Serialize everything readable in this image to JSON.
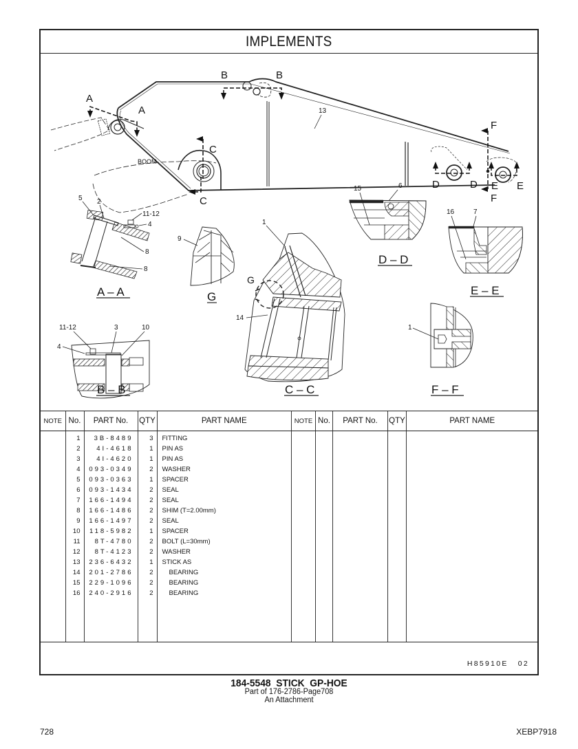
{
  "header": {
    "title": "IMPLEMENTS"
  },
  "diagram": {
    "section_markers": [
      "A",
      "B",
      "C",
      "D",
      "E",
      "F",
      "G"
    ],
    "boom_label": "BOOM",
    "callouts": {
      "main": [
        "13"
      ],
      "aa": [
        "5",
        "2",
        "11-12",
        "4",
        "8",
        "8"
      ],
      "bb": [
        "11-12",
        "3",
        "10",
        "4"
      ],
      "g": [
        "9"
      ],
      "cc": [
        "1",
        "14"
      ],
      "dd": [
        "15",
        "6"
      ],
      "ee": [
        "16",
        "7"
      ],
      "ff": [
        "1"
      ]
    },
    "views": {
      "aa": "A – A",
      "bb": "B – B",
      "cc": "C – C",
      "dd": "D – D",
      "ee": "E – E",
      "ff": "F – F",
      "g": "G"
    }
  },
  "table": {
    "headers": [
      "NOTE",
      "No.",
      "PART No.",
      "QTY",
      "PART NAME"
    ],
    "rows": [
      {
        "note": "",
        "no": "1",
        "part_no": "3B-8489",
        "qty": "3",
        "name": "FITTING"
      },
      {
        "note": "",
        "no": "2",
        "part_no": "4I-4618",
        "qty": "1",
        "name": "PIN AS"
      },
      {
        "note": "",
        "no": "3",
        "part_no": "4I-4620",
        "qty": "1",
        "name": "PIN AS"
      },
      {
        "note": "",
        "no": "4",
        "part_no": "093-0349",
        "qty": "2",
        "name": "WASHER"
      },
      {
        "note": "",
        "no": "5",
        "part_no": "093-0363",
        "qty": "1",
        "name": "SPACER"
      },
      {
        "note": "",
        "no": "6",
        "part_no": "093-1434",
        "qty": "2",
        "name": "SEAL"
      },
      {
        "note": "",
        "no": "7",
        "part_no": "166-1494",
        "qty": "2",
        "name": "SEAL"
      },
      {
        "note": "",
        "no": "8",
        "part_no": "166-1486",
        "qty": "2",
        "name": "SHIM (T=2.00mm)"
      },
      {
        "note": "",
        "no": "9",
        "part_no": "166-1497",
        "qty": "2",
        "name": "SEAL"
      },
      {
        "note": "",
        "no": "10",
        "part_no": "118-5982",
        "qty": "1",
        "name": "SPACER"
      },
      {
        "note": "",
        "no": "11",
        "part_no": "8T-4780",
        "qty": "2",
        "name": "BOLT (L=30mm)"
      },
      {
        "note": "",
        "no": "12",
        "part_no": "8T-4123",
        "qty": "2",
        "name": "WASHER"
      },
      {
        "note": "",
        "no": "13",
        "part_no": "236-6432",
        "qty": "1",
        "name": "STICK AS"
      },
      {
        "note": "",
        "no": "14",
        "part_no": "201-2786",
        "qty": "2",
        "name": "BEARING",
        "indent": true
      },
      {
        "note": "",
        "no": "15",
        "part_no": "229-1096",
        "qty": "2",
        "name": "BEARING",
        "indent": true
      },
      {
        "note": "",
        "no": "16",
        "part_no": "240-2916",
        "qty": "2",
        "name": "BEARING",
        "indent": true
      }
    ]
  },
  "footer_band": {
    "drawing_no": "H85910E",
    "revision": "02"
  },
  "caption": {
    "title": "184-5548  STICK  GP-HOE",
    "part_of": "Part of 176-2786-Page708",
    "subtitle": "An Attachment"
  },
  "page": {
    "number": "728",
    "doc_code": "XEBP7918"
  }
}
